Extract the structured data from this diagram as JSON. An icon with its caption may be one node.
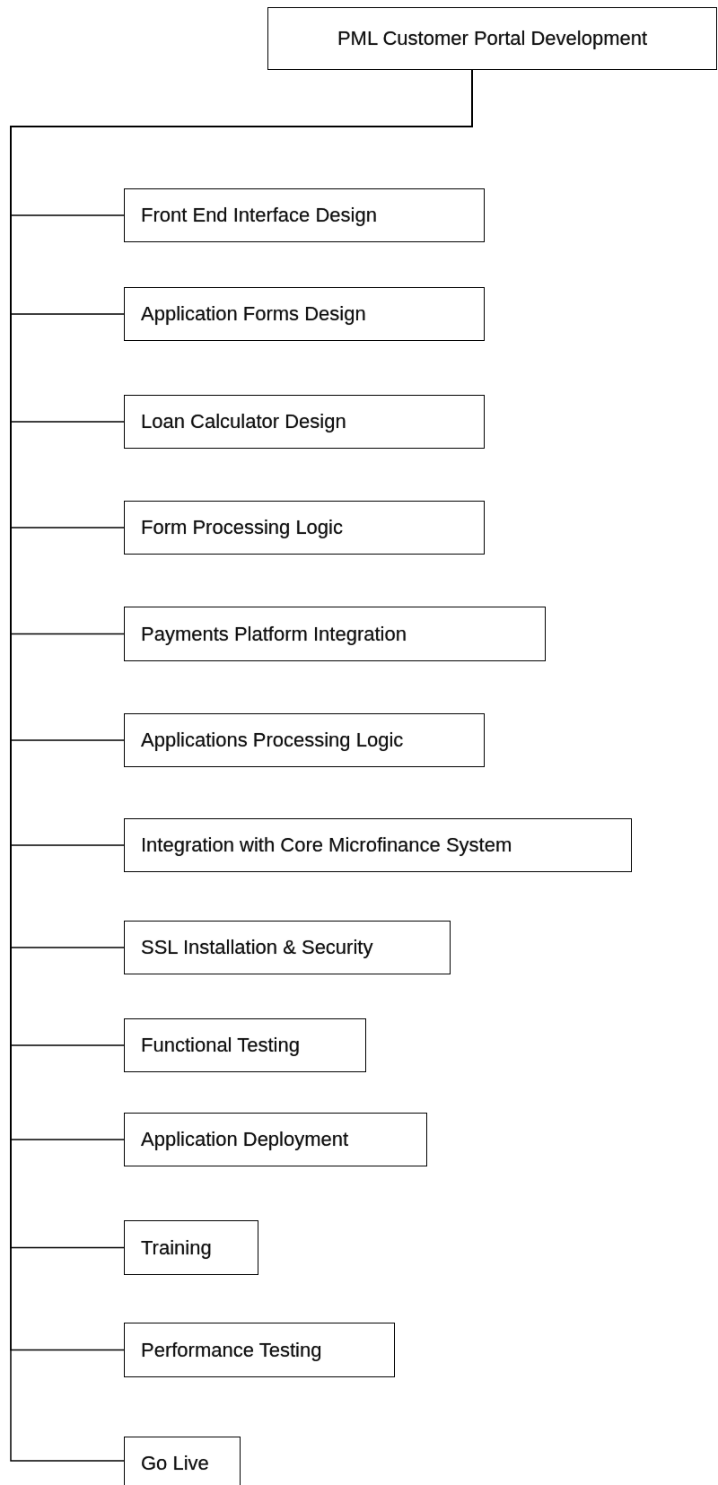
{
  "diagram": {
    "nodes": [
      {
        "text": [
          "PML Customer Portal Development"
        ]
      },
      {
        "text": [
          "Front End Interface Design"
        ]
      },
      {
        "text": [
          "Application Forms Design"
        ]
      },
      {
        "text": [
          "Loan Calculator Design"
        ]
      },
      {
        "text": [
          "Form Processing Logic"
        ]
      },
      {
        "text": [
          "Payments Platform Integration"
        ]
      },
      {
        "text": [
          "Applications Processing Logic"
        ]
      },
      {
        "text": [
          "Integration with Core Microfinance System"
        ]
      },
      {
        "text": [
          "SSL Installation & Security"
        ]
      },
      {
        "text": [
          "Functional Testing"
        ]
      },
      {
        "text": [
          "Application Deployment"
        ]
      },
      {
        "text": [
          "Training"
        ]
      },
      {
        "text": [
          "Performance Testing"
        ]
      },
      {
        "text": [
          "Go Live"
        ]
      }
    ],
    "edges": [
      {
        "from": 0,
        "to": 1,
        "arrow": "none"
      },
      {
        "from": 0,
        "to": 2,
        "arrow": "none"
      },
      {
        "from": 0,
        "to": 3,
        "arrow": "none"
      },
      {
        "from": 0,
        "to": 4,
        "arrow": "none"
      },
      {
        "from": 0,
        "to": 5,
        "arrow": "none"
      },
      {
        "from": 0,
        "to": 6,
        "arrow": "none"
      },
      {
        "from": 0,
        "to": 7,
        "arrow": "none"
      },
      {
        "from": 0,
        "to": 8,
        "arrow": "none"
      },
      {
        "from": 0,
        "to": 9,
        "arrow": "none"
      },
      {
        "from": 0,
        "to": 10,
        "arrow": "none"
      },
      {
        "from": 0,
        "to": 11,
        "arrow": "none"
      },
      {
        "from": 0,
        "to": 12,
        "arrow": "none"
      },
      {
        "from": 0,
        "to": 13,
        "arrow": "none"
      }
    ]
  }
}
